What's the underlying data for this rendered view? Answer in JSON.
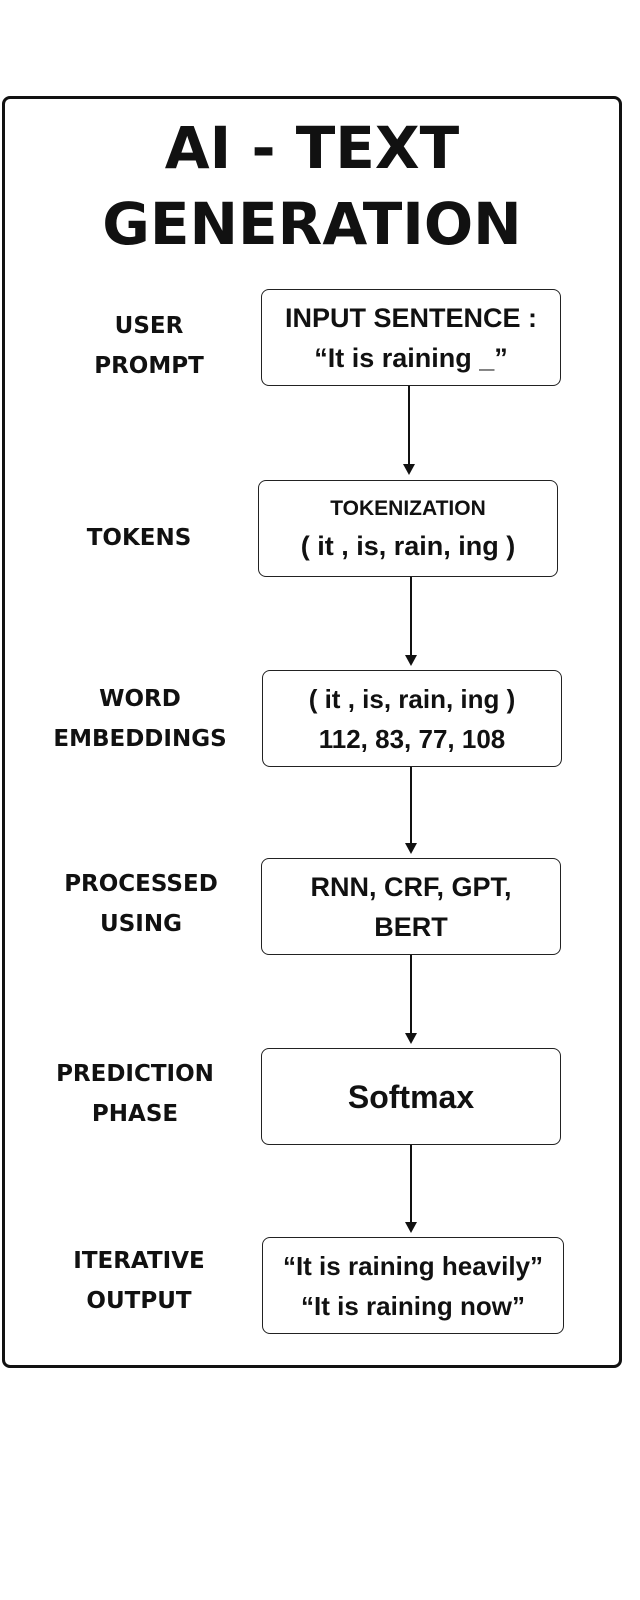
{
  "title": {
    "line1": "AI - TEXT",
    "line2": "GENERATION"
  },
  "steps": [
    {
      "label": [
        "USER",
        "PROMPT"
      ],
      "box": [
        "INPUT SENTENCE :",
        "“It is raining _”"
      ]
    },
    {
      "label": [
        "TOKENS"
      ],
      "box": [
        "TOKENIZATION",
        "( it , is, rain, ing )"
      ]
    },
    {
      "label": [
        "WORD",
        "EMBEDDINGS"
      ],
      "box": [
        "( it , is, rain, ing )",
        "112, 83, 77, 108"
      ]
    },
    {
      "label": [
        "PROCESSED",
        "USING"
      ],
      "box": [
        "RNN, CRF, GPT,",
        "BERT"
      ]
    },
    {
      "label": [
        "PREDICTION",
        "PHASE"
      ],
      "box": [
        "Softmax"
      ]
    },
    {
      "label": [
        "ITERATIVE",
        "OUTPUT"
      ],
      "box": [
        "“It is raining heavily”",
        "“It is raining now”"
      ]
    }
  ]
}
